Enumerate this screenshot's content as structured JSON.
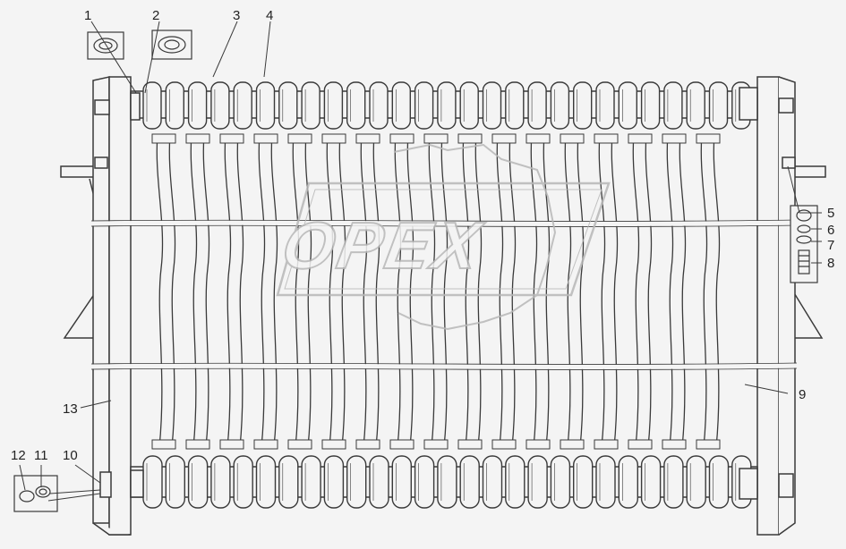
{
  "diagram": {
    "callouts": [
      {
        "id": "1",
        "label": "1"
      },
      {
        "id": "2",
        "label": "2"
      },
      {
        "id": "3",
        "label": "3"
      },
      {
        "id": "4",
        "label": "4"
      },
      {
        "id": "5",
        "label": "5"
      },
      {
        "id": "6",
        "label": "6"
      },
      {
        "id": "7",
        "label": "7"
      },
      {
        "id": "8",
        "label": "8"
      },
      {
        "id": "9",
        "label": "9"
      },
      {
        "id": "10",
        "label": "10"
      },
      {
        "id": "11",
        "label": "11"
      },
      {
        "id": "12",
        "label": "12"
      },
      {
        "id": "13",
        "label": "13"
      }
    ],
    "watermark": "OPEX",
    "colors": {
      "line": "#3a3a3a",
      "paper": "#f4f4f4",
      "watermark": "#b8b8b8"
    }
  }
}
